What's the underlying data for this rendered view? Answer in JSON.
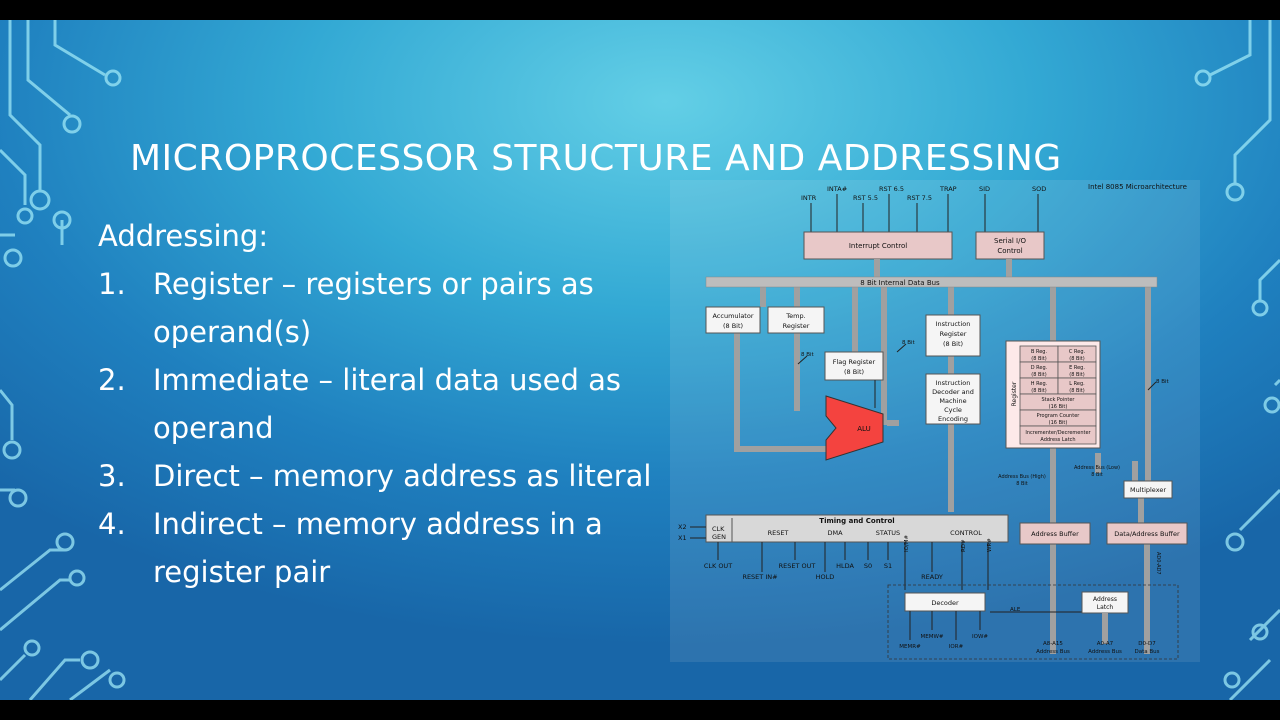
{
  "slide": {
    "title": "MICROPROCESSOR STRUCTURE AND ADDRESSING",
    "heading": "Addressing:",
    "items": [
      {
        "num": "1.",
        "text": "Register – registers or pairs as operand(s)"
      },
      {
        "num": "2.",
        "text": "Immediate – literal data used as operand"
      },
      {
        "num": "3.",
        "text": "Direct – memory address as literal"
      },
      {
        "num": "4.",
        "text": "Indirect – memory address in a register pair"
      }
    ]
  },
  "diagram": {
    "caption": "Intel 8085 Microarchitecture",
    "interrupt_signals": [
      "INTR",
      "INTA#",
      "RST 5.5",
      "RST 6.5",
      "RST 7.5",
      "TRAP"
    ],
    "serial_signals": [
      "SID",
      "SOD"
    ],
    "interrupt_control": "Interrupt Control",
    "serial_io_control": [
      "Serial I/O",
      "Control"
    ],
    "internal_bus": "8 Bit Internal Data Bus",
    "accumulator": [
      "Accumulator",
      "(8 Bit)"
    ],
    "temp_register": [
      "Temp.",
      "Register"
    ],
    "flag_register": [
      "Flag Register",
      "(8 Bit)"
    ],
    "alu": "ALU",
    "instruction_register": [
      "Instruction",
      "Register",
      "(8 Bit)"
    ],
    "instruction_decoder": [
      "Instruction",
      "Decoder and",
      "Machine",
      "Cycle",
      "Encoding"
    ],
    "width_label": "8 Bit",
    "register_side": "Register",
    "register_cells": [
      [
        "B Reg.",
        "(8 Bit)"
      ],
      [
        "C Reg.",
        "(8 Bit)"
      ],
      [
        "D Reg.",
        "(8 Bit)"
      ],
      [
        "E Reg.",
        "(8 Bit)"
      ],
      [
        "H Reg.",
        "(8 Bit)"
      ],
      [
        "L Reg.",
        "(8 Bit)"
      ]
    ],
    "stack_pointer": [
      "Stack Pointer",
      "(16 Bit)"
    ],
    "program_counter": [
      "Program Counter",
      "(16 Bit)"
    ],
    "incdec": [
      "Incrementer/Decrementer",
      "Address Latch"
    ],
    "addr_bus_high": [
      "Address Bus (High)",
      "8 Bit"
    ],
    "addr_bus_low": [
      "Address Bus (Low)",
      "8 Bit"
    ],
    "multiplexer": "Multiplexer",
    "timing_control": "Timing and Control",
    "clk_gen": [
      "CLK",
      "GEN"
    ],
    "groups": [
      "RESET",
      "DMA",
      "STATUS",
      "CONTROL"
    ],
    "clock_inputs": [
      "X2",
      "X1"
    ],
    "bottom_signals": [
      "CLK OUT",
      "RESET IN#",
      "RESET OUT",
      "HLDA",
      "HOLD",
      "S0",
      "S1",
      "IO/M#",
      "READY",
      "RD#",
      "WR#"
    ],
    "address_buffer": "Address Buffer",
    "data_address_buffer": "Data/Address Buffer",
    "decoder": "Decoder",
    "decoder_outputs": [
      "MEMR#",
      "MEMW#",
      "IOR#",
      "IOW#"
    ],
    "address_latch": [
      "Address",
      "Latch"
    ],
    "ale": "ALE",
    "bus_labels": [
      [
        "A8-A15",
        "Address Bus"
      ],
      [
        "A0-A7",
        "Address Bus"
      ],
      [
        "D0-D7",
        "Data Bus"
      ]
    ],
    "ad_label": "AD0-AD7"
  },
  "colors": {
    "box_pink": "#e8c8c8",
    "box_white": "#f5f5f5",
    "bus_gray": "#a0a0a0",
    "alu_red": "#f4433f",
    "text_white": "#ffffff"
  }
}
